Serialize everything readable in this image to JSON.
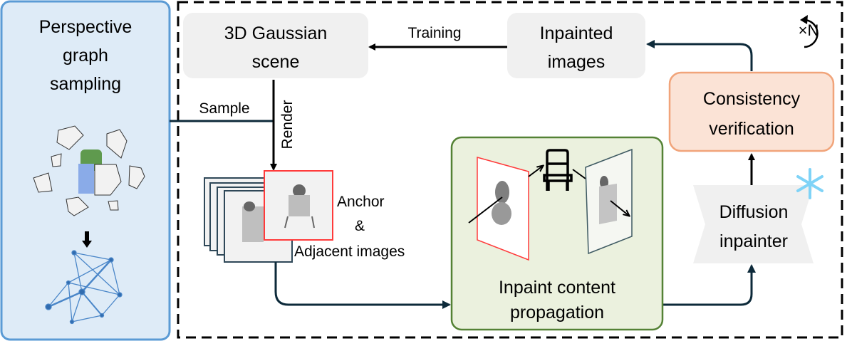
{
  "left_panel": {
    "title_lines": [
      "Perspective",
      "graph",
      "sampling"
    ]
  },
  "gaussian_box": {
    "lines": [
      "3D Gaussian",
      "scene"
    ]
  },
  "inpainted_box": {
    "lines": [
      "Inpainted",
      "images"
    ]
  },
  "consistency_box": {
    "lines": [
      "Consistency",
      "verification"
    ]
  },
  "diffusion_box": {
    "lines": [
      "Diffusion",
      "inpainter"
    ]
  },
  "propagation_box": {
    "lines": [
      "Inpaint content",
      "propagation"
    ]
  },
  "labels": {
    "training": "Training",
    "sample": "Sample",
    "render": "Render",
    "anchor": "Anchor",
    "ampersand": "&",
    "adjacent": "Adjacent images",
    "repeat": "×N"
  },
  "colors": {
    "left_fill": "#deebf7",
    "left_stroke": "#5b9bd5",
    "gray_box": "#f0f0f0",
    "consistency_fill": "#fbe3d6",
    "consistency_stroke": "#f1a47a",
    "prop_fill": "#ebf1de",
    "prop_stroke": "#548235",
    "arrow_dark": "#0d2a3a",
    "anchor_red": "#ff3b3b",
    "snowflake": "#7fd3f7"
  }
}
